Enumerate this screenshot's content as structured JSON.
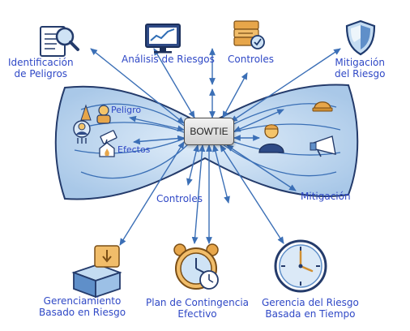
{
  "diagram": {
    "center": "BOWTIE",
    "inner_labels": {
      "peligro": "Peligro",
      "efectos": "Efectos",
      "controles": "Controles",
      "mitigacion": "Mitigación"
    },
    "nodes": [
      {
        "id": "identificacion",
        "lines": [
          "Identificación",
          "de Peligros"
        ],
        "icon": "document-magnifier-icon"
      },
      {
        "id": "analisis",
        "lines": [
          "Análisis de Riesgos"
        ],
        "icon": "monitor-chart-icon"
      },
      {
        "id": "controles",
        "lines": [
          "Controles"
        ],
        "icon": "checklist-folder-icon"
      },
      {
        "id": "mitigacion",
        "lines": [
          "Mitigación",
          "del Riesgo"
        ],
        "icon": "shield-icon"
      },
      {
        "id": "gerenciamiento",
        "lines": [
          "Gerenciamiento",
          "Basado en Riesgo"
        ],
        "icon": "box-alert-icon"
      },
      {
        "id": "contingencia",
        "lines": [
          "Plan de Contingencia",
          "Efectivo"
        ],
        "icon": "alarm-clock-icon"
      },
      {
        "id": "tiempo",
        "lines": [
          "Gerencia del Riesgo",
          "Basada en Tiempo"
        ],
        "icon": "clock-icon"
      }
    ]
  }
}
